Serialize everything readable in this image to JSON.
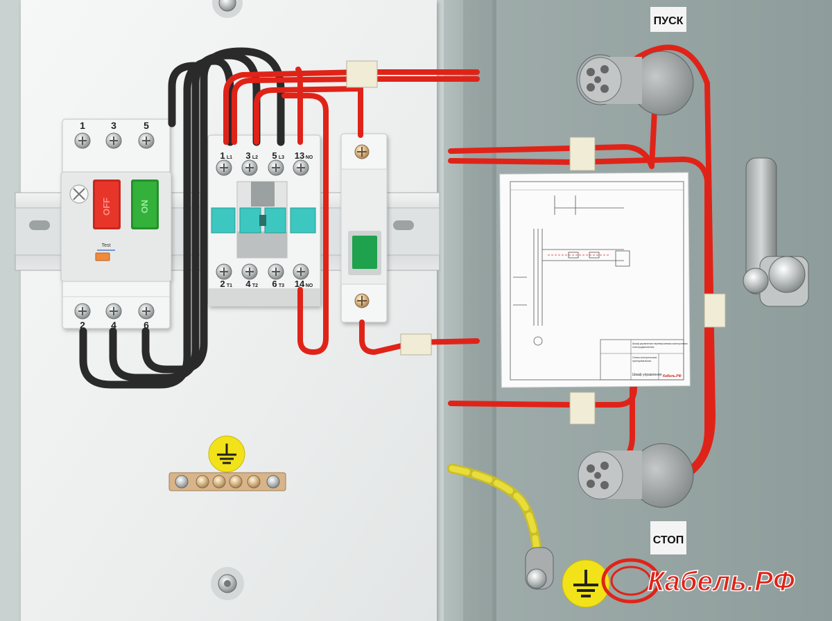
{
  "colors": {
    "backplate": "#eef0f0",
    "door": "#95a4a2",
    "wire_red": "#e02318",
    "wire_black": "#2a2a2a",
    "button_off": "#e8352a",
    "button_on": "#33b13a",
    "contactor_accent": "#3cc7c0",
    "ground_yellow": "#f2e219"
  },
  "breaker": {
    "top_terminals": [
      "1",
      "3",
      "5"
    ],
    "bottom_terminals": [
      "2",
      "4",
      "6"
    ],
    "off_label": "OFF",
    "on_label": "ON",
    "test_label": "Test"
  },
  "contactor": {
    "top_terminals": [
      {
        "num": "1",
        "sub": "L1"
      },
      {
        "num": "3",
        "sub": "L2"
      },
      {
        "num": "5",
        "sub": "L3"
      },
      {
        "num": "13",
        "sub": "NO"
      }
    ],
    "bottom_terminals": [
      {
        "num": "2",
        "sub": "T1"
      },
      {
        "num": "4",
        "sub": "T2"
      },
      {
        "num": "6",
        "sub": "T3"
      },
      {
        "num": "14",
        "sub": "NO"
      }
    ]
  },
  "door": {
    "start_label": "ПУСК",
    "stop_label": "СТОП"
  },
  "schematic": {
    "title_lines": [
      "Шкаф управления нереверсивным асинхронным",
      "электродвигателем",
      "Схема электрическая",
      "принципиальная"
    ],
    "footer_text": "Шкаф управления",
    "brand_text": "Кабель.РФ"
  },
  "logo": {
    "text": "Кабель.РФ"
  }
}
